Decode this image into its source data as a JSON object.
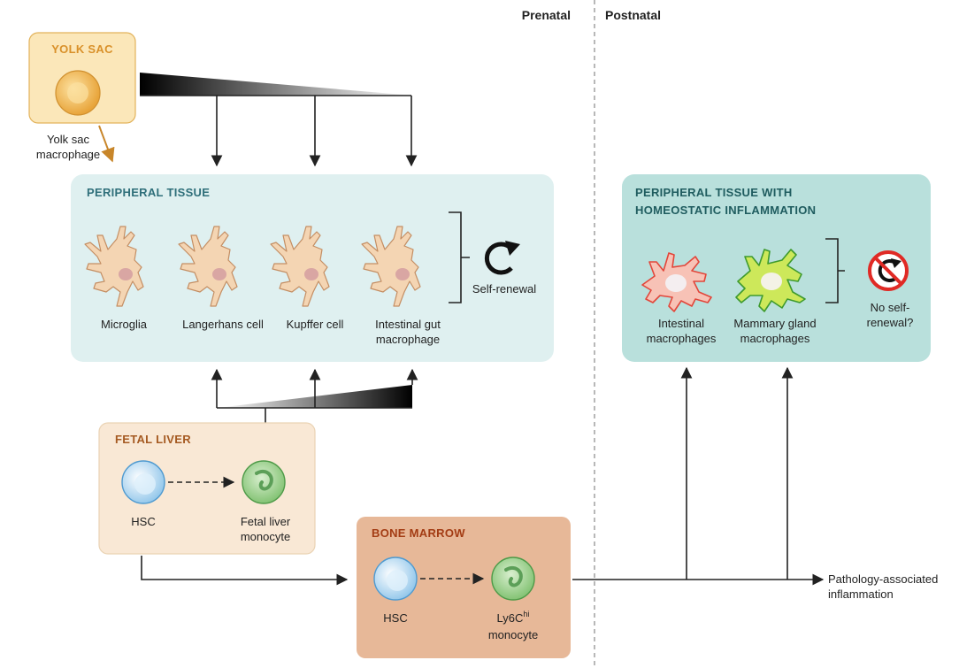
{
  "phases": {
    "prenatal": "Prenatal",
    "postnatal": "Postnatal"
  },
  "yolk_sac": {
    "title": "YOLK SAC",
    "cell_label_line1": "Yolk sac",
    "cell_label_line2": "macrophage"
  },
  "peripheral_tissue": {
    "title": "PERIPHERAL TISSUE",
    "cells": [
      {
        "line1": "Microglia",
        "line2": ""
      },
      {
        "line1": "Langerhans cell",
        "line2": ""
      },
      {
        "line1": "Kupffer cell",
        "line2": ""
      },
      {
        "line1": "Intestinal gut",
        "line2": "macrophage"
      }
    ],
    "self_renewal": "Self-renewal"
  },
  "inflamed_tissue": {
    "title_line1": "PERIPHERAL TISSUE WITH",
    "title_line2": "HOMEOSTATIC INFLAMMATION",
    "cells": [
      {
        "line1": "Intestinal",
        "line2": "macrophages"
      },
      {
        "line1": "Mammary gland",
        "line2": "macrophages"
      }
    ],
    "no_renewal_line1": "No self-",
    "no_renewal_line2": "renewal?"
  },
  "fetal_liver": {
    "title": "FETAL LIVER",
    "hsc": "HSC",
    "monocyte_line1": "Fetal liver",
    "monocyte_line2": "monocyte"
  },
  "bone_marrow": {
    "title": "BONE MARROW",
    "hsc": "HSC",
    "monocyte_line1": "Ly6C",
    "monocyte_sup": "hi",
    "monocyte_line2": "monocyte"
  },
  "outcome": {
    "line1": "Pathology-associated",
    "line2": "inflammation"
  },
  "colors": {
    "yolk_sac_box": "#fbe7b9",
    "yolk_sac_border": "#e2b25a",
    "yolk_sac_title": "#d9912a",
    "yolk_sac_arrow": "#c8862a",
    "tissue_box": "#dff0f0",
    "tissue_title": "#2f6f7a",
    "inflamed_box": "#b9e0dc",
    "inflamed_title": "#1f5c5f",
    "fetal_box": "#f9e8d5",
    "fetal_border": "#ead3b4",
    "fetal_title": "#a55a22",
    "marrow_box": "#e7b898",
    "marrow_title": "#a33c14",
    "macrophage_fill": "#f4d5b3",
    "macrophage_stroke": "#c48e63",
    "nucleus": "#d9a6a3",
    "hsc_fill": "#bfe0f5",
    "hsc_stroke": "#4f9ad0",
    "monocyte_fill": "#a9d49a",
    "monocyte_stroke": "#4e9a48",
    "intestinal_fill": "#f7c2b6",
    "intestinal_stroke": "#e2463a",
    "mammary_fill": "#cde85a",
    "mammary_stroke": "#3e9a2e",
    "no_sign": "#e02a25"
  },
  "icons": [
    "recycle-arrow-icon",
    "no-self-renewal-icon"
  ]
}
